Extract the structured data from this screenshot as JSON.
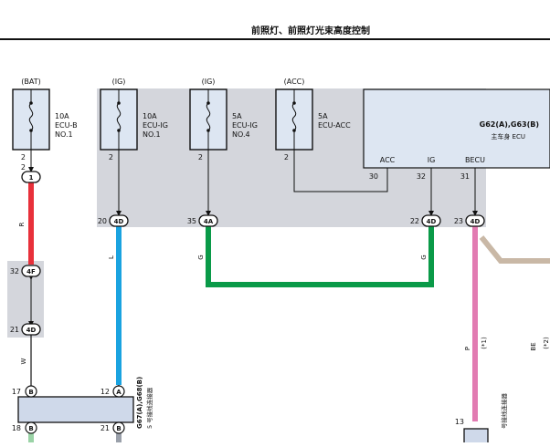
{
  "title": "前照灯、前照灯光束高度控制",
  "fuses": [
    {
      "id": "bat",
      "source": "(BAT)",
      "rating": "10A",
      "name": "ECU-B",
      "no": "NO.1",
      "pin": "2"
    },
    {
      "id": "ig1",
      "source": "(IG)",
      "rating": "10A",
      "name": "ECU-IG",
      "no": "NO.1",
      "pin": "2"
    },
    {
      "id": "ig4",
      "source": "(IG)",
      "rating": "5A",
      "name": "ECU-IG",
      "no": "NO.4",
      "pin": "2"
    },
    {
      "id": "acc",
      "source": "(ACC)",
      "rating": "5A",
      "name": "ECU-ACC",
      "no": "",
      "pin": "2"
    }
  ],
  "ecu": {
    "name": "G62(A),G63(B)",
    "sub": "主车身 ECU",
    "pins": [
      {
        "label": "ACC",
        "num": "30"
      },
      {
        "label": "IG",
        "num": "32"
      },
      {
        "label": "BECU",
        "num": "31"
      }
    ]
  },
  "connectors": [
    {
      "id": "c1",
      "code": "1",
      "pin": "2"
    },
    {
      "id": "c4d_20",
      "code": "4D",
      "pin": "20"
    },
    {
      "id": "c4a_35",
      "code": "4A",
      "pin": "35"
    },
    {
      "id": "c4d_22",
      "code": "4D",
      "pin": "22"
    },
    {
      "id": "c4d_23",
      "code": "4D",
      "pin": "23"
    },
    {
      "id": "c4f_32",
      "code": "4F",
      "pin": "32"
    },
    {
      "id": "c4d_21",
      "code": "4D",
      "pin": "21"
    }
  ],
  "wires": {
    "r": "R",
    "l": "L",
    "g1": "G",
    "g2": "G",
    "w": "W",
    "p": "P",
    "p_note": "(*1)",
    "be": "BE",
    "be_note": "(*2)"
  },
  "bottom": {
    "module_name": "G67(A),G68(B)",
    "module_sub": "5 号接线连接器",
    "pins": [
      {
        "num": "17",
        "code": "B"
      },
      {
        "num": "12",
        "code": "A"
      },
      {
        "num": "18",
        "code": "B"
      },
      {
        "num": "21",
        "code": "B"
      }
    ],
    "right_pin": "13",
    "right_sub": "号接线连接器"
  },
  "colors": {
    "red": "#e8303a",
    "blue": "#1aa3e0",
    "green": "#0a9a48",
    "pink": "#e27bb2",
    "tan": "#c9b8a6",
    "panel": "#d4d6dc",
    "ecu": "#dde6f2",
    "module": "#cfd9ea",
    "bottom_green": "#9ad3a6"
  }
}
